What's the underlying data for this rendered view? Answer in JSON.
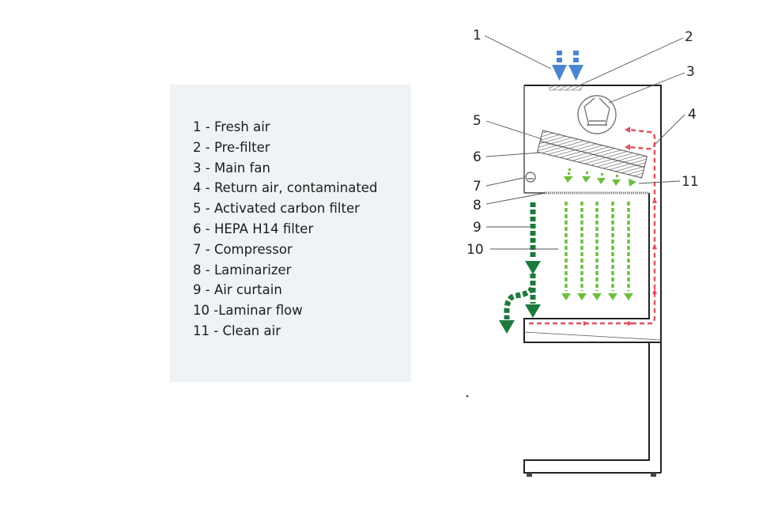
{
  "legend": {
    "items": [
      {
        "num": "1",
        "text": "1 - Fresh air"
      },
      {
        "num": "2",
        "text": "2 - Pre-filter"
      },
      {
        "num": "3",
        "text": "3 - Main fan"
      },
      {
        "num": "4",
        "text": "4 - Return air, contaminated"
      },
      {
        "num": "5",
        "text": "5 - Activated carbon filter"
      },
      {
        "num": "6",
        "text": "6 - HEPA H14 filter"
      },
      {
        "num": "7",
        "text": "7 - Compressor"
      },
      {
        "num": "8",
        "text": "8 - Laminarizer"
      },
      {
        "num": "9",
        "text": "9 - Air curtain"
      },
      {
        "num": "10",
        "text": "10 -Laminar flow"
      },
      {
        "num": "11",
        "text": "11 - Clean air"
      }
    ]
  },
  "diagram": {
    "callouts": [
      "1",
      "2",
      "3",
      "4",
      "5",
      "6",
      "7",
      "8",
      "9",
      "10",
      "11"
    ],
    "colors": {
      "fresh_air": "#4a86cf",
      "return_air": "#e0505e",
      "clean_air": "#6cbf3c",
      "air_curtain": "#1d7a3c",
      "outline": "#222222",
      "legend_bg": "#eff3f6"
    }
  }
}
